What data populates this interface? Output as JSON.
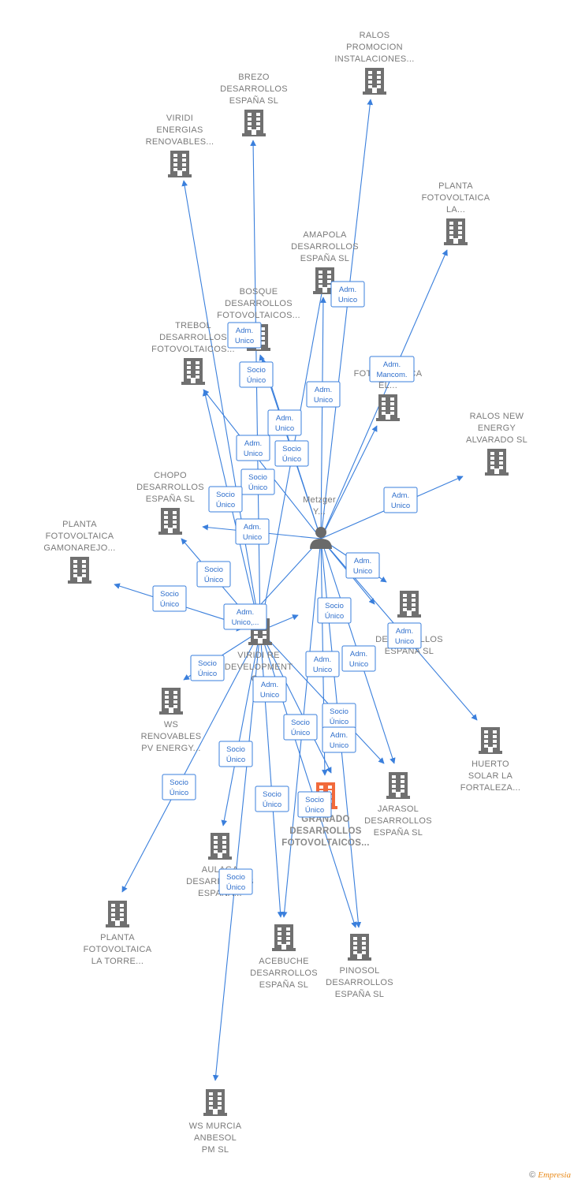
{
  "colors": {
    "edge": "#3a7fdc",
    "building": "#707070",
    "focus_building": "#f26a3b",
    "person": "#6a6a6a"
  },
  "person": {
    "label": [
      "Metzger",
      "Y..."
    ]
  },
  "hubs": {
    "viridi_re": {
      "label": [
        "VIRIDI RE",
        "DEVELOPMENT",
        "G..."
      ]
    }
  },
  "companies": {
    "ralos_promocion": [
      "RALOS",
      "PROMOCION",
      "INSTALACIONES..."
    ],
    "brezo": [
      "BREZO",
      "DESARROLLOS",
      "ESPAÑA  SL"
    ],
    "viridi_energias": [
      "VIRIDI",
      "ENERGIAS",
      "RENOVABLES..."
    ],
    "planta_la": [
      "PLANTA",
      "FOTOVOLTAICA",
      "LA..."
    ],
    "amapola": [
      "AMAPOLA",
      "DESARROLLOS",
      "ESPAÑA  SL"
    ],
    "bosque": [
      "BOSQUE",
      "DESARROLLOS",
      "FOTOVOLTAICOS..."
    ],
    "trebol": [
      "TREBOL",
      "DESARROLLOS",
      "FOTOVOLTAICOS..."
    ],
    "fotovoltaica_el": [
      "",
      "FOTOVOLTAICA",
      "EL..."
    ],
    "ralos_new": [
      "RALOS NEW",
      "ENERGY",
      "ALVARADO  SL"
    ],
    "chopo": [
      "CHOPO",
      "DESARROLLOS",
      "ESPAÑA  SL"
    ],
    "planta_gamonarejo": [
      "PLANTA",
      "FOTOVOLTAICA",
      "GAMONAREJO..."
    ],
    "ab_desarrollos": [
      "A...IO",
      "DESARROLLOS",
      "ESPAÑA  SL"
    ],
    "ws_renovables": [
      "WS",
      "RENOVABLES",
      "PV ENERGY..."
    ],
    "huerto_solar": [
      "HUERTO",
      "SOLAR LA",
      "FORTALEZA..."
    ],
    "granado": [
      "GRANADO",
      "DESARROLLOS",
      "FOTOVOLTAICOS..."
    ],
    "jarasol": [
      "JARASOL",
      "DESARROLLOS",
      "ESPAÑA  SL"
    ],
    "aulaga": [
      "AULAGA",
      "DESARROLLOS",
      "ESPAÑA..."
    ],
    "planta_la_torre": [
      "PLANTA",
      "FOTOVOLTAICA",
      "LA TORRE..."
    ],
    "acebuche": [
      "ACEBUCHE",
      "DESARROLLOS",
      "ESPAÑA  SL"
    ],
    "pinosol": [
      "PINOSOL",
      "DESARROLLOS",
      "ESPAÑA  SL"
    ],
    "ws_murcia": [
      "WS MURCIA",
      "ANBESOL",
      "PM SL"
    ]
  },
  "relations": {
    "adm_unico": [
      "Adm.",
      "Unico"
    ],
    "socio_unico": [
      "Socio",
      "Único"
    ],
    "adm_mancom": [
      "Adm.",
      "Mancom."
    ],
    "adm_unico_multi": [
      "Adm.",
      "Unico,..."
    ]
  },
  "footer": {
    "copyright": "©",
    "brand": "Empresia"
  }
}
